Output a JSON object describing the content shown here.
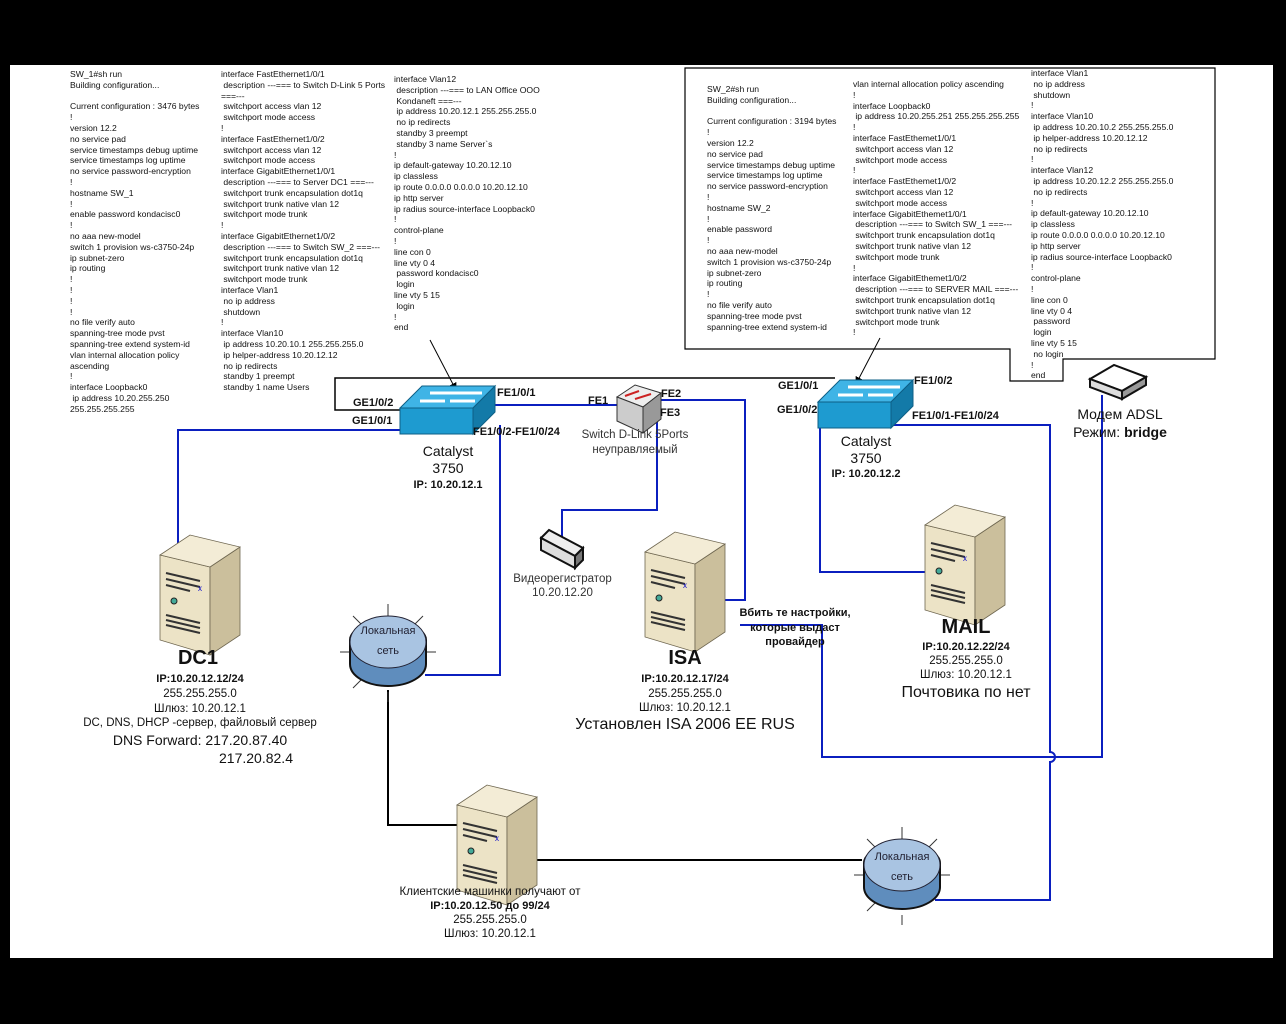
{
  "sw1_config": {
    "col1": [
      "SW_1#sh run",
      "Building configuration...",
      "",
      "Current configuration : 3476 bytes",
      "!",
      "version 12.2",
      "no service pad",
      "service timestamps debug uptime",
      "service timestamps log uptime",
      "no service password-encryption",
      "!",
      "hostname SW_1",
      "!",
      "enable password kondacisc0",
      "!",
      "no aaa new-model",
      "switch 1 provision ws-c3750-24p",
      "ip subnet-zero",
      "ip routing",
      "!",
      "!",
      "!",
      "!",
      "no file verify auto",
      "spanning-tree mode pvst",
      "spanning-tree extend system-id",
      "vlan internal allocation policy",
      "ascending",
      "!",
      "interface Loopback0",
      " ip address 10.20.255.250",
      "255.255.255.255"
    ],
    "col2": [
      "interface FastEthernet1/0/1",
      " description ---=== to Switch D-Link 5 Ports",
      "===---",
      " switchport access vlan 12",
      " switchport mode access",
      "!",
      "interface FastEthernet1/0/2",
      " switchport access vlan 12",
      " switchport mode access",
      "interface GigabitEthernet1/0/1",
      " description ---=== to Server DC1 ===---",
      " switchport trunk encapsulation dot1q",
      " switchport trunk native vlan 12",
      " switchport mode trunk",
      "!",
      "interface GigabitEthernet1/0/2",
      " description ---=== to Switch SW_2 ===---",
      " switchport trunk encapsulation dot1q",
      " switchport trunk native vlan 12",
      " switchport mode trunk",
      "interface Vlan1",
      " no ip address",
      " shutdown",
      "!",
      "interface Vlan10",
      " ip address 10.20.10.1 255.255.255.0",
      " ip helper-address 10.20.12.12",
      " no ip redirects",
      " standby 1 preempt",
      " standby 1 name Users"
    ],
    "col3": [
      "interface Vlan12",
      " description ---=== to LAN Office OOO",
      " Kondaneft ===---",
      " ip address 10.20.12.1 255.255.255.0",
      " no ip redirects",
      " standby 3 preempt",
      " standby 3 name Server`s",
      "!",
      "ip default-gateway 10.20.12.10",
      "ip classless",
      "ip route 0.0.0.0 0.0.0.0 10.20.12.10",
      "ip http server",
      "ip radius source-interface Loopback0",
      "!",
      "control-plane",
      "!",
      "line con 0",
      "line vty 0 4",
      " password kondacisc0",
      " login",
      "line vty 5 15",
      " login",
      "!",
      "end"
    ]
  },
  "sw2_config": {
    "col1": [
      "SW_2#sh run",
      "Building configuration...",
      "",
      "Current configuration : 3194 bytes",
      "!",
      "version 12.2",
      "no service pad",
      "service timestamps debug uptime",
      "service timestamps log uptime",
      "no service password-encryption",
      "!",
      "hostname SW_2",
      "!",
      "enable password",
      "!",
      "no aaa new-model",
      "switch 1 provision ws-c3750-24p",
      "ip subnet-zero",
      "ip routing",
      "!",
      "no file verify auto",
      "spanning-tree mode pvst",
      "spanning-tree extend system-id"
    ],
    "col2": [
      "vlan internal allocation policy ascending",
      "!",
      "interface Loopback0",
      " ip address 10.20.255.251 255.255.255.255",
      "!",
      "interface FastEthemet1/0/1",
      " switchport access vlan 12",
      " switchport mode access",
      "!",
      "interface FastEthemet1/0/2",
      " switchport access vlan 12",
      " switchport mode access",
      "interface GigabitEthemet1/0/1",
      " description ---=== to Switch SW_1 ===---",
      " switchport trunk encapsulation dot1q",
      " switchport trunk native vlan 12",
      " switchport mode trunk",
      "!",
      "interface GigabitEthemet1/0/2",
      " description ---=== to SERVER MAIL ===---",
      " switchport trunk encapsulation dot1q",
      " switchport trunk native vlan 12",
      " switchport mode trunk",
      "!"
    ],
    "col3": [
      "interface Vlan1",
      " no ip address",
      " shutdown",
      "!",
      "interface Vlan10",
      " ip address 10.20.10.2 255.255.255.0",
      " ip helper-address 10.20.12.12",
      " no ip redirects",
      "!",
      "interface Vlan12",
      " ip address 10.20.12.2 255.255.255.0",
      " no ip redirects",
      "!",
      "ip default-gateway 10.20.12.10",
      "ip classless",
      "ip route 0.0.0.0 0.0.0.0 10.20.12.10",
      "ip http server",
      "ip radius source-interface Loopback0",
      "!",
      "control-plane",
      "!",
      "line con 0",
      "line vty 0 4",
      " password",
      " login",
      "line vty 5 15",
      " no login",
      "!",
      "end"
    ]
  },
  "switch1": {
    "ports": {
      "ge2": "GE1/0/2",
      "ge1": "GE1/0/1",
      "fe1": "FE1/0/1",
      "fe_range": "FE1/0/2-FE1/0/24"
    },
    "name": "Catalyst",
    "model": "3750",
    "ip": "IP: 10.20.12.1"
  },
  "switch2": {
    "ports": {
      "ge1": "GE1/0/1",
      "ge2": "GE1/0/2",
      "fe2": "FE1/0/2",
      "fe_range": "FE1/0/1-FE1/0/24"
    },
    "name": "Catalyst",
    "model": "3750",
    "ip": "IP: 10.20.12.2"
  },
  "dlink": {
    "ports": {
      "fe1": "FE1",
      "fe2": "FE2",
      "fe3": "FE3"
    },
    "name": "Switch D-Link 5Ports",
    "note": "неуправляемый"
  },
  "modem": {
    "name": "Модем ADSL",
    "mode_label": "Режим:",
    "mode": "bridge"
  },
  "videoreg": {
    "name": "Видеорегистратор",
    "ip": "10.20.12.20"
  },
  "dc1": {
    "name": "DC1",
    "ip": "IP:10.20.12.12/24",
    "mask": "255.255.255.0",
    "gateway": "Шлюз: 10.20.12.1",
    "roles": "DC, DNS, DHCP -сервер, файловый сервер",
    "dns_forward": "DNS Forward: 217.20.87.40",
    "dns_forward2": "217.20.82.4"
  },
  "isa": {
    "name": "ISA",
    "ip": "IP:10.20.12.17/24",
    "mask": "255.255.255.0",
    "gateway": "Шлюз: 10.20.12.1",
    "note": "Установлен ISA 2006 EE RUS",
    "provider_note": [
      "Вбить те настройки,",
      "которые выдаст",
      "провайдер"
    ]
  },
  "mail": {
    "name": "MAIL",
    "ip": "IP:10.20.12.22/24",
    "mask": "255.255.255.0",
    "gateway": "Шлюз: 10.20.12.1",
    "note": "Почтовика по нет"
  },
  "clients": {
    "line1": "Клиентские машинки получают от",
    "ip": "IP:10.20.12.50 до 99/24",
    "mask": "255.255.255.0",
    "gateway": "Шлюз: 10.20.12.1"
  },
  "lan1": {
    "line1": "Локальная",
    "line2": "сеть"
  },
  "lan2": {
    "line1": "Локальная",
    "line2": "сеть"
  },
  "colors": {
    "link_blue": "#0b1fbf",
    "switch_blue": "#1e9bd0",
    "lan_blue": "#7fa7cf",
    "server_beige": "#e4d9b8"
  }
}
